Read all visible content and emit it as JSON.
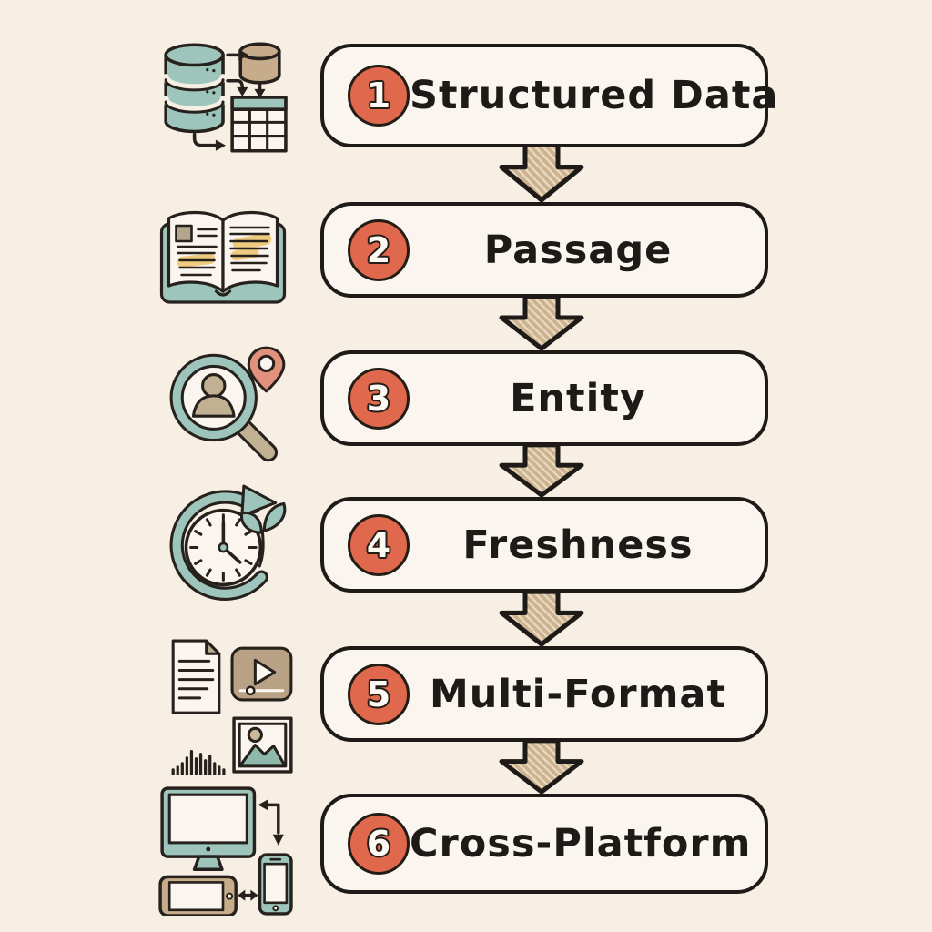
{
  "diagram": {
    "kind": "hand-drawn-vertical-flowchart",
    "steps": [
      {
        "number": "1",
        "label": "Structured Data",
        "icon": "database-to-table-icon"
      },
      {
        "number": "2",
        "label": "Passage",
        "icon": "open-book-icon"
      },
      {
        "number": "3",
        "label": "Entity",
        "icon": "entity-search-pin-icon"
      },
      {
        "number": "4",
        "label": "Freshness",
        "icon": "clock-refresh-leaf-icon"
      },
      {
        "number": "5",
        "label": "Multi-Format",
        "icon": "media-formats-icon"
      },
      {
        "number": "6",
        "label": "Cross-Platform",
        "icon": "cross-device-icon"
      }
    ],
    "connector": {
      "shape": "hatched-block-arrow-down",
      "count": 5
    },
    "colors": {
      "background": "#f7eee4",
      "box_fill": "#faf5ef",
      "outline": "#1d1a17",
      "badge_fill": "#e0684c",
      "badge_text": "#fdf8f2",
      "teal": "#9ec5bc",
      "tan": "#c6ac8b",
      "tan_dark": "#b8a184",
      "highlight_yellow": "#edc673",
      "pin_salmon": "#e2927c",
      "arrow_fill": "#cdb28e"
    }
  }
}
